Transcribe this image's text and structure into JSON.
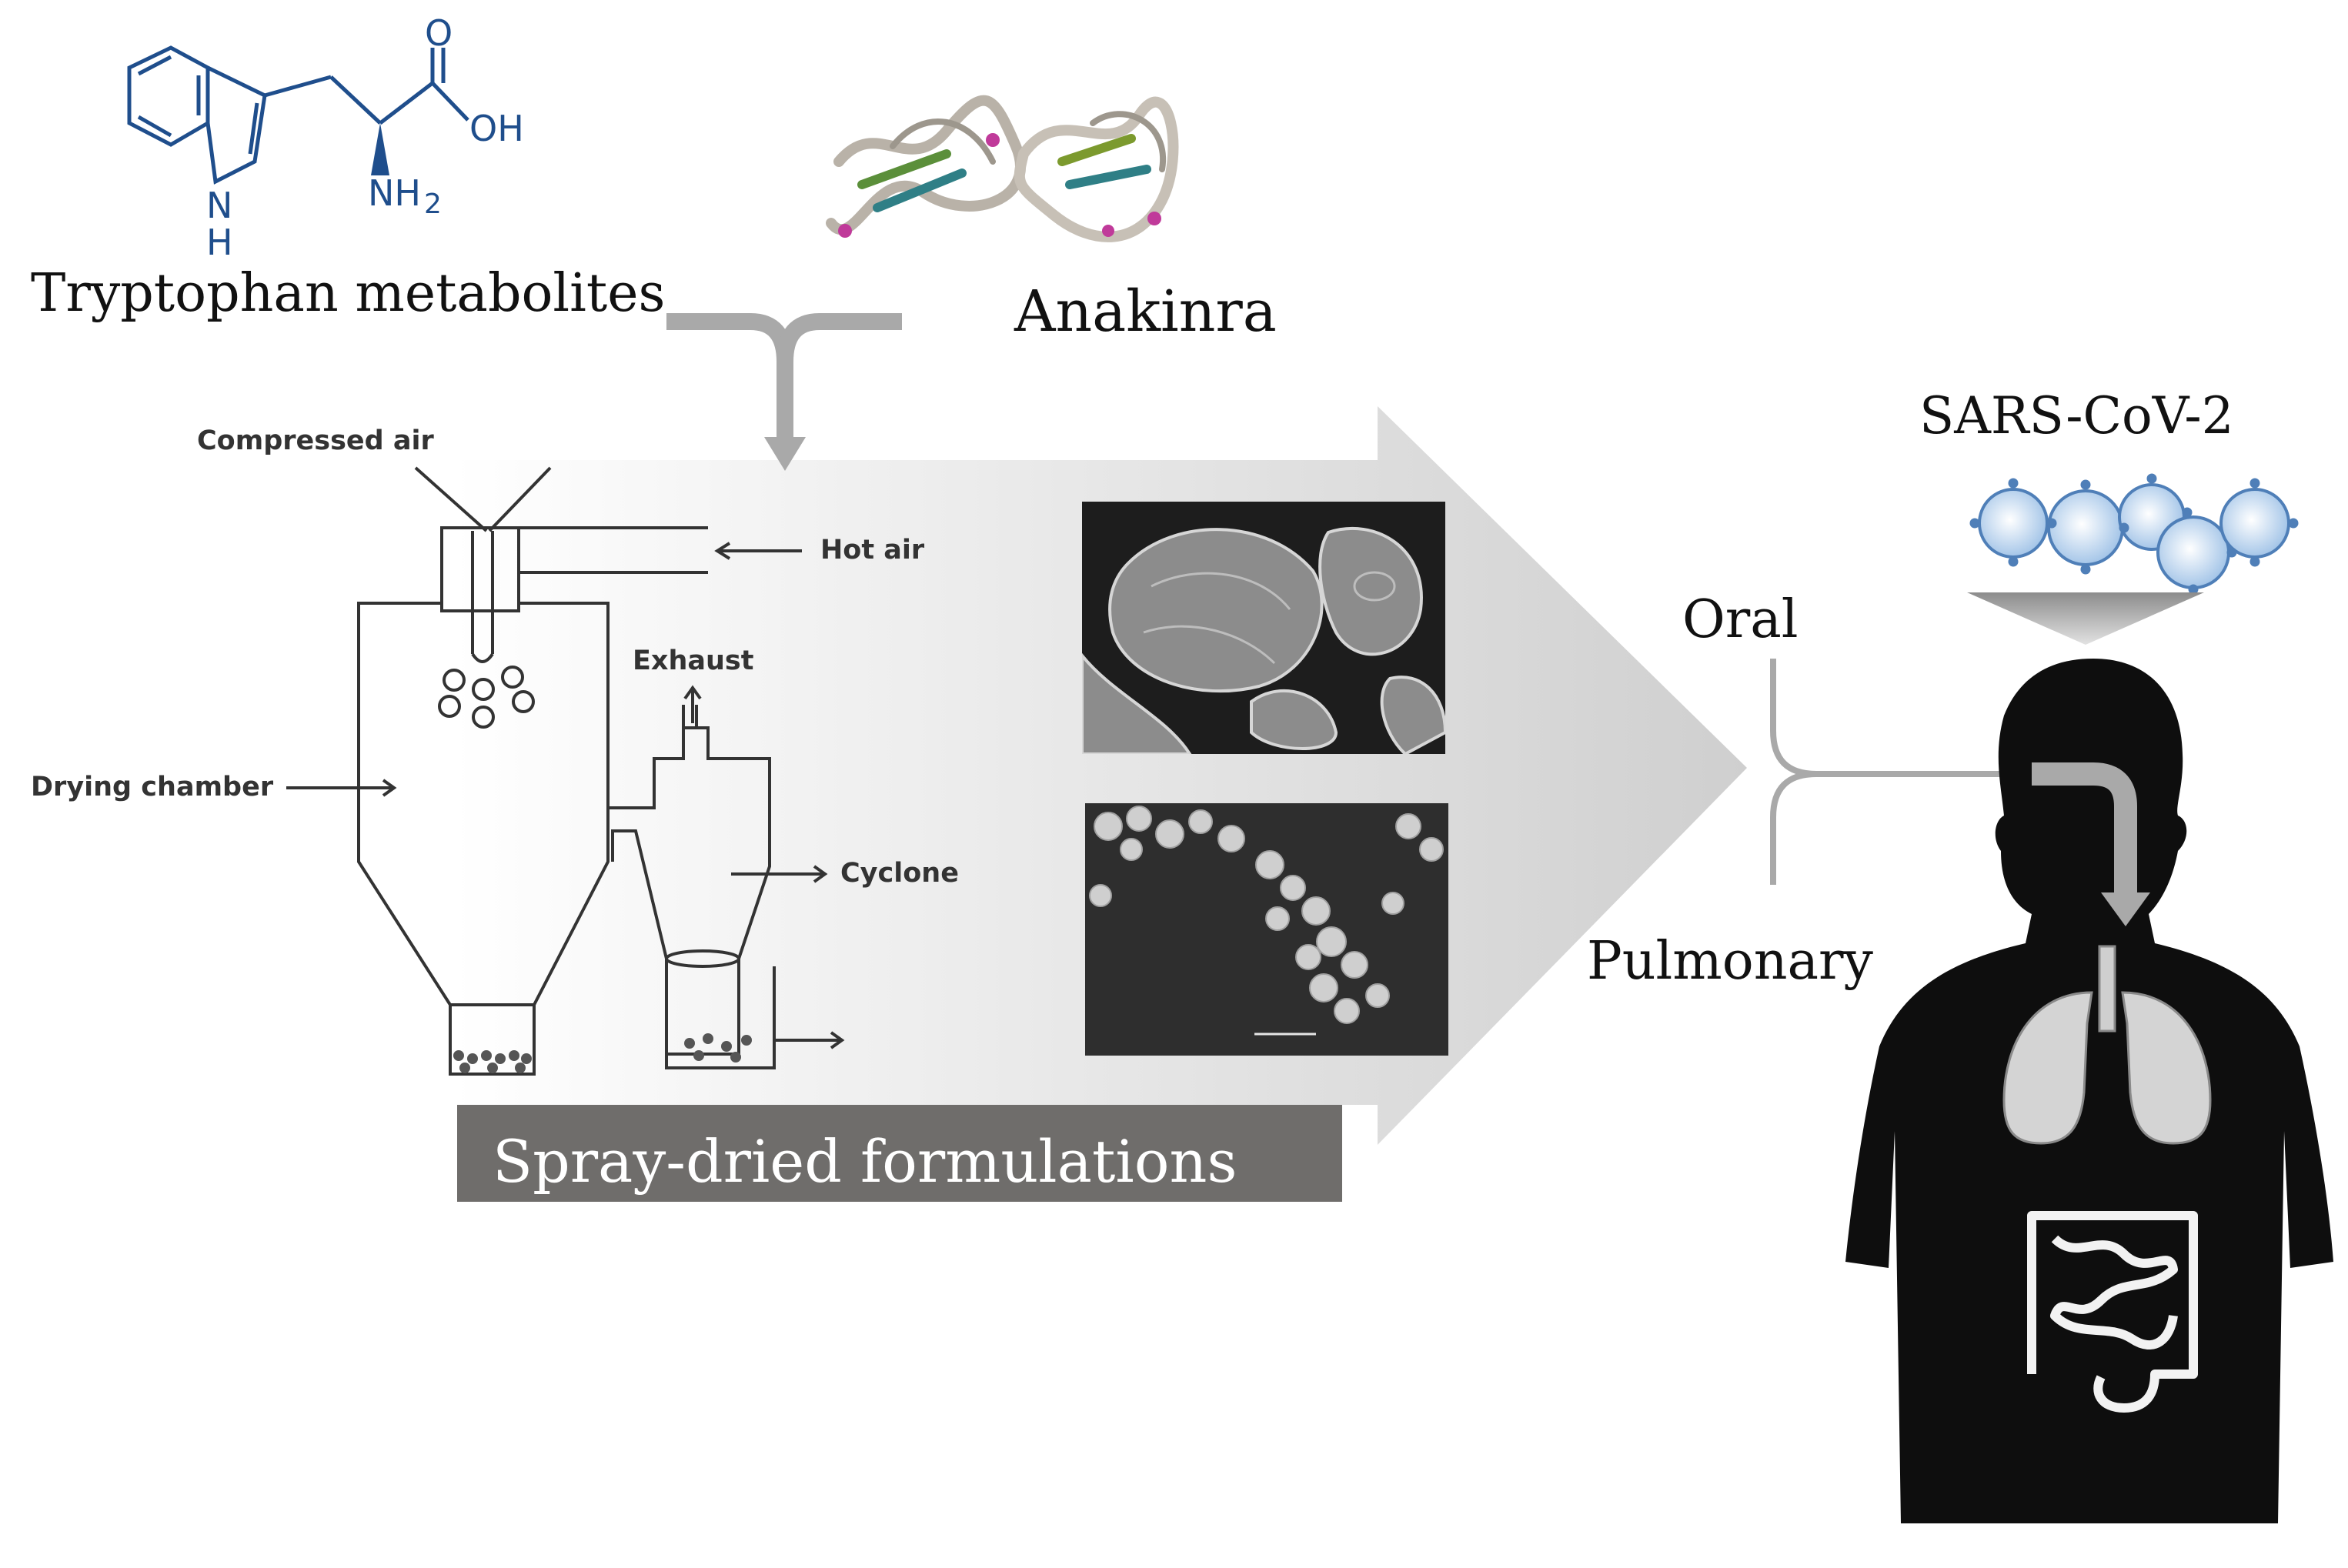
{
  "labels": {
    "tryptophan": "Tryptophan metabolites",
    "anakinra": "Anakinra",
    "sars": "SARS-CoV-2",
    "oral": "Oral",
    "pulmonary": "Pulmonary",
    "banner": "Spray-dried formulations"
  },
  "apparatus": {
    "compressed_air": "Compressed air",
    "hot_air": "Hot air",
    "exhaust": "Exhaust",
    "drying_chamber": "Drying chamber",
    "cyclone": "Cyclone"
  },
  "molecule": {
    "atom_o": "O",
    "atom_oh": "OH",
    "atom_n": "N",
    "atom_h": "H",
    "atom_nh2": "NH",
    "atom_sub2": "2"
  },
  "colors": {
    "molecule": "#1f4e8c",
    "arrow_gray": "#a9a9a9",
    "banner": "#6f6d6b",
    "silhouette": "#0e0e0e"
  }
}
